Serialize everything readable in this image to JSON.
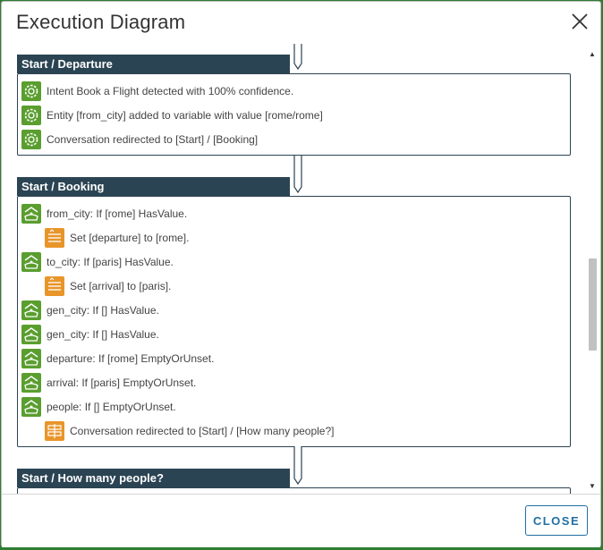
{
  "dialog": {
    "title": "Execution Diagram",
    "close_label": "CLOSE"
  },
  "sections": [
    {
      "header": "Start / Departure",
      "rows": [
        {
          "icon": "gear-icon",
          "text": "Intent Book a Flight detected with 100% confidence."
        },
        {
          "icon": "gear-icon",
          "text": "Entity [from_city] added to variable with value [rome/rome]"
        },
        {
          "icon": "gear-icon",
          "text": "Conversation redirected to [Start] / [Booking]"
        }
      ]
    },
    {
      "header": "Start / Booking",
      "rows": [
        {
          "icon": "condition-icon",
          "text": "from_city: If [rome] HasValue."
        },
        {
          "icon": "set-variable-icon",
          "text": "Set [departure] to [rome]."
        },
        {
          "icon": "condition-icon",
          "text": "to_city: If [paris] HasValue."
        },
        {
          "icon": "set-variable-icon",
          "text": "Set [arrival] to [paris]."
        },
        {
          "icon": "condition-icon",
          "text": "gen_city: If [] HasValue."
        },
        {
          "icon": "condition-icon",
          "text": "gen_city: If [] HasValue."
        },
        {
          "icon": "condition-icon",
          "text": "departure: If [rome] EmptyOrUnset."
        },
        {
          "icon": "condition-icon",
          "text": "arrival: If [paris] EmptyOrUnset."
        },
        {
          "icon": "condition-icon",
          "text": "people: If [] EmptyOrUnset."
        },
        {
          "icon": "redirect-icon",
          "text": "Conversation redirected to [Start] / [How many people?]"
        }
      ]
    },
    {
      "header": "Start / How many people?",
      "rows": []
    }
  ],
  "colors": {
    "header_bg": "#2b4453",
    "green_icon": "#5a9e2f",
    "orange_icon": "#e8952a",
    "close_button": "#1f6fa3"
  }
}
